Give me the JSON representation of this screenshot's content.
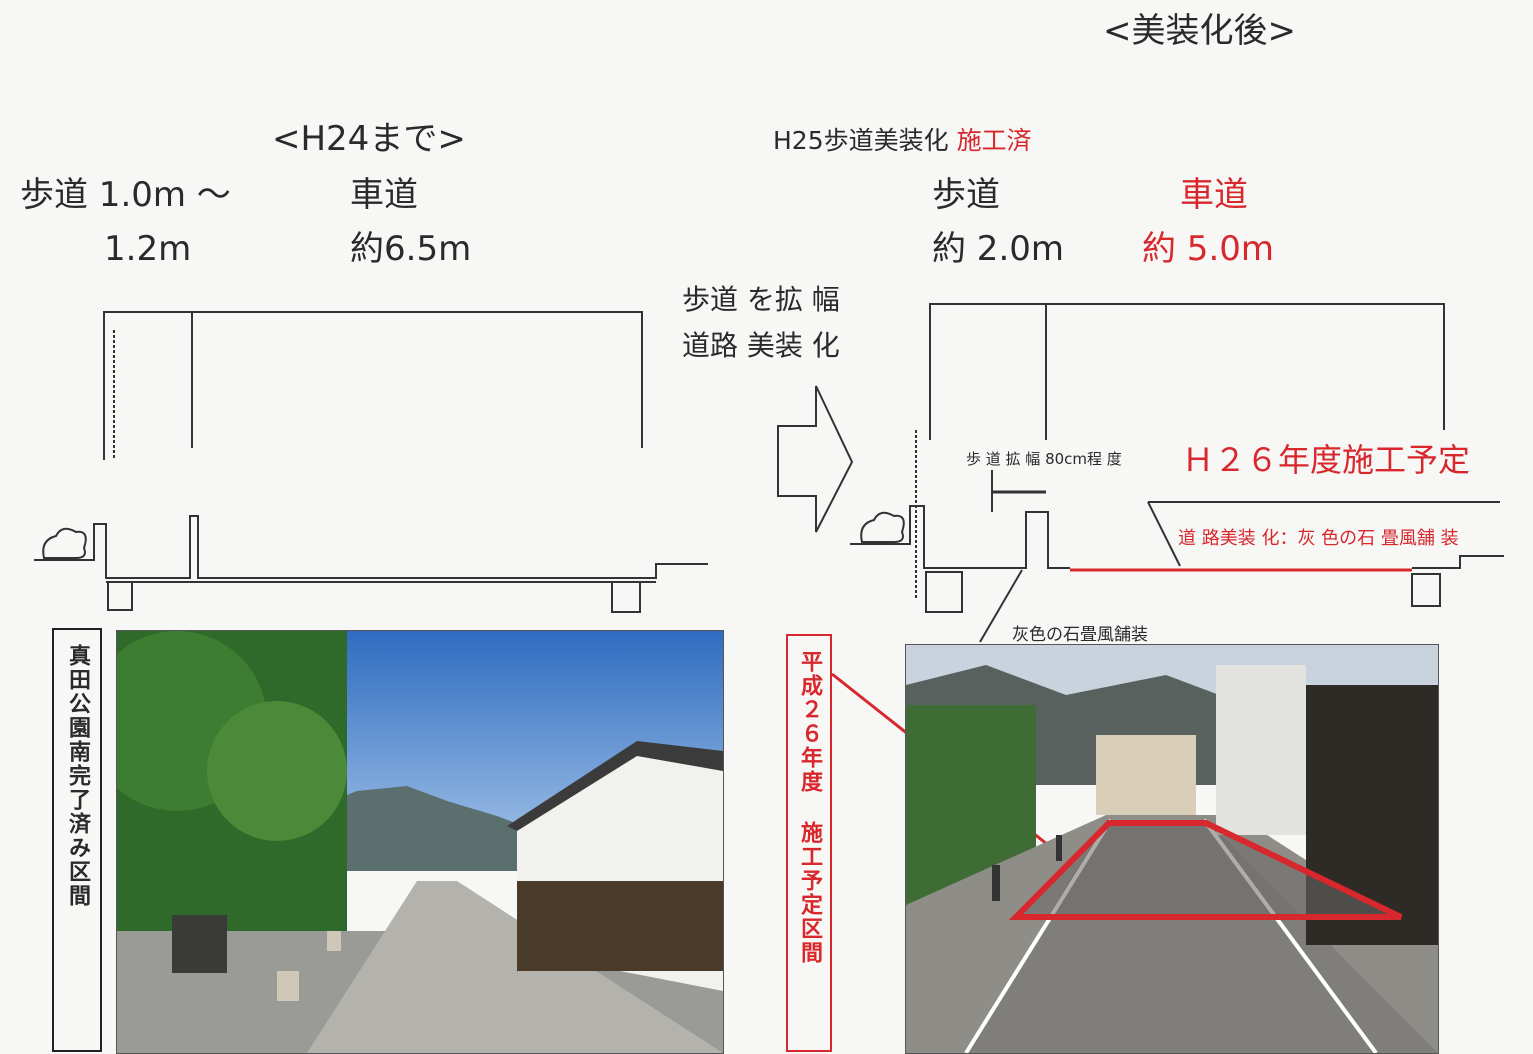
{
  "header": {
    "after_title": "<美装化後>"
  },
  "before": {
    "title": "<H24まで>",
    "sidewalk_label": "歩道 1.0m ～",
    "sidewalk_width": "1.2m",
    "road_label": "車道",
    "road_width": "約6.5m"
  },
  "after": {
    "plan_label": "H25歩道美装化",
    "plan_status": "施工済",
    "sidewalk_label": "歩道",
    "sidewalk_width": "約 2.0m",
    "road_label": "車道",
    "road_width": "約 5.0m",
    "schedule": "Ｈ２６年度施工予定",
    "widen_note": "歩 道 拡 幅 80cm程 度",
    "paving_note": "道 路美装 化：灰 色の石 畳風舗 装",
    "sidewalk_paving": "灰色の石畳風舗装"
  },
  "arrow_text": {
    "line1": "歩道 を拡 幅",
    "line2": "道路 美装 化"
  },
  "photos": {
    "left_caption": "真田公園南完了済み区間",
    "right_caption": "平成２６年度 施工予定区間"
  },
  "colors": {
    "accent_red": "#d8272d",
    "line": "#333333"
  }
}
